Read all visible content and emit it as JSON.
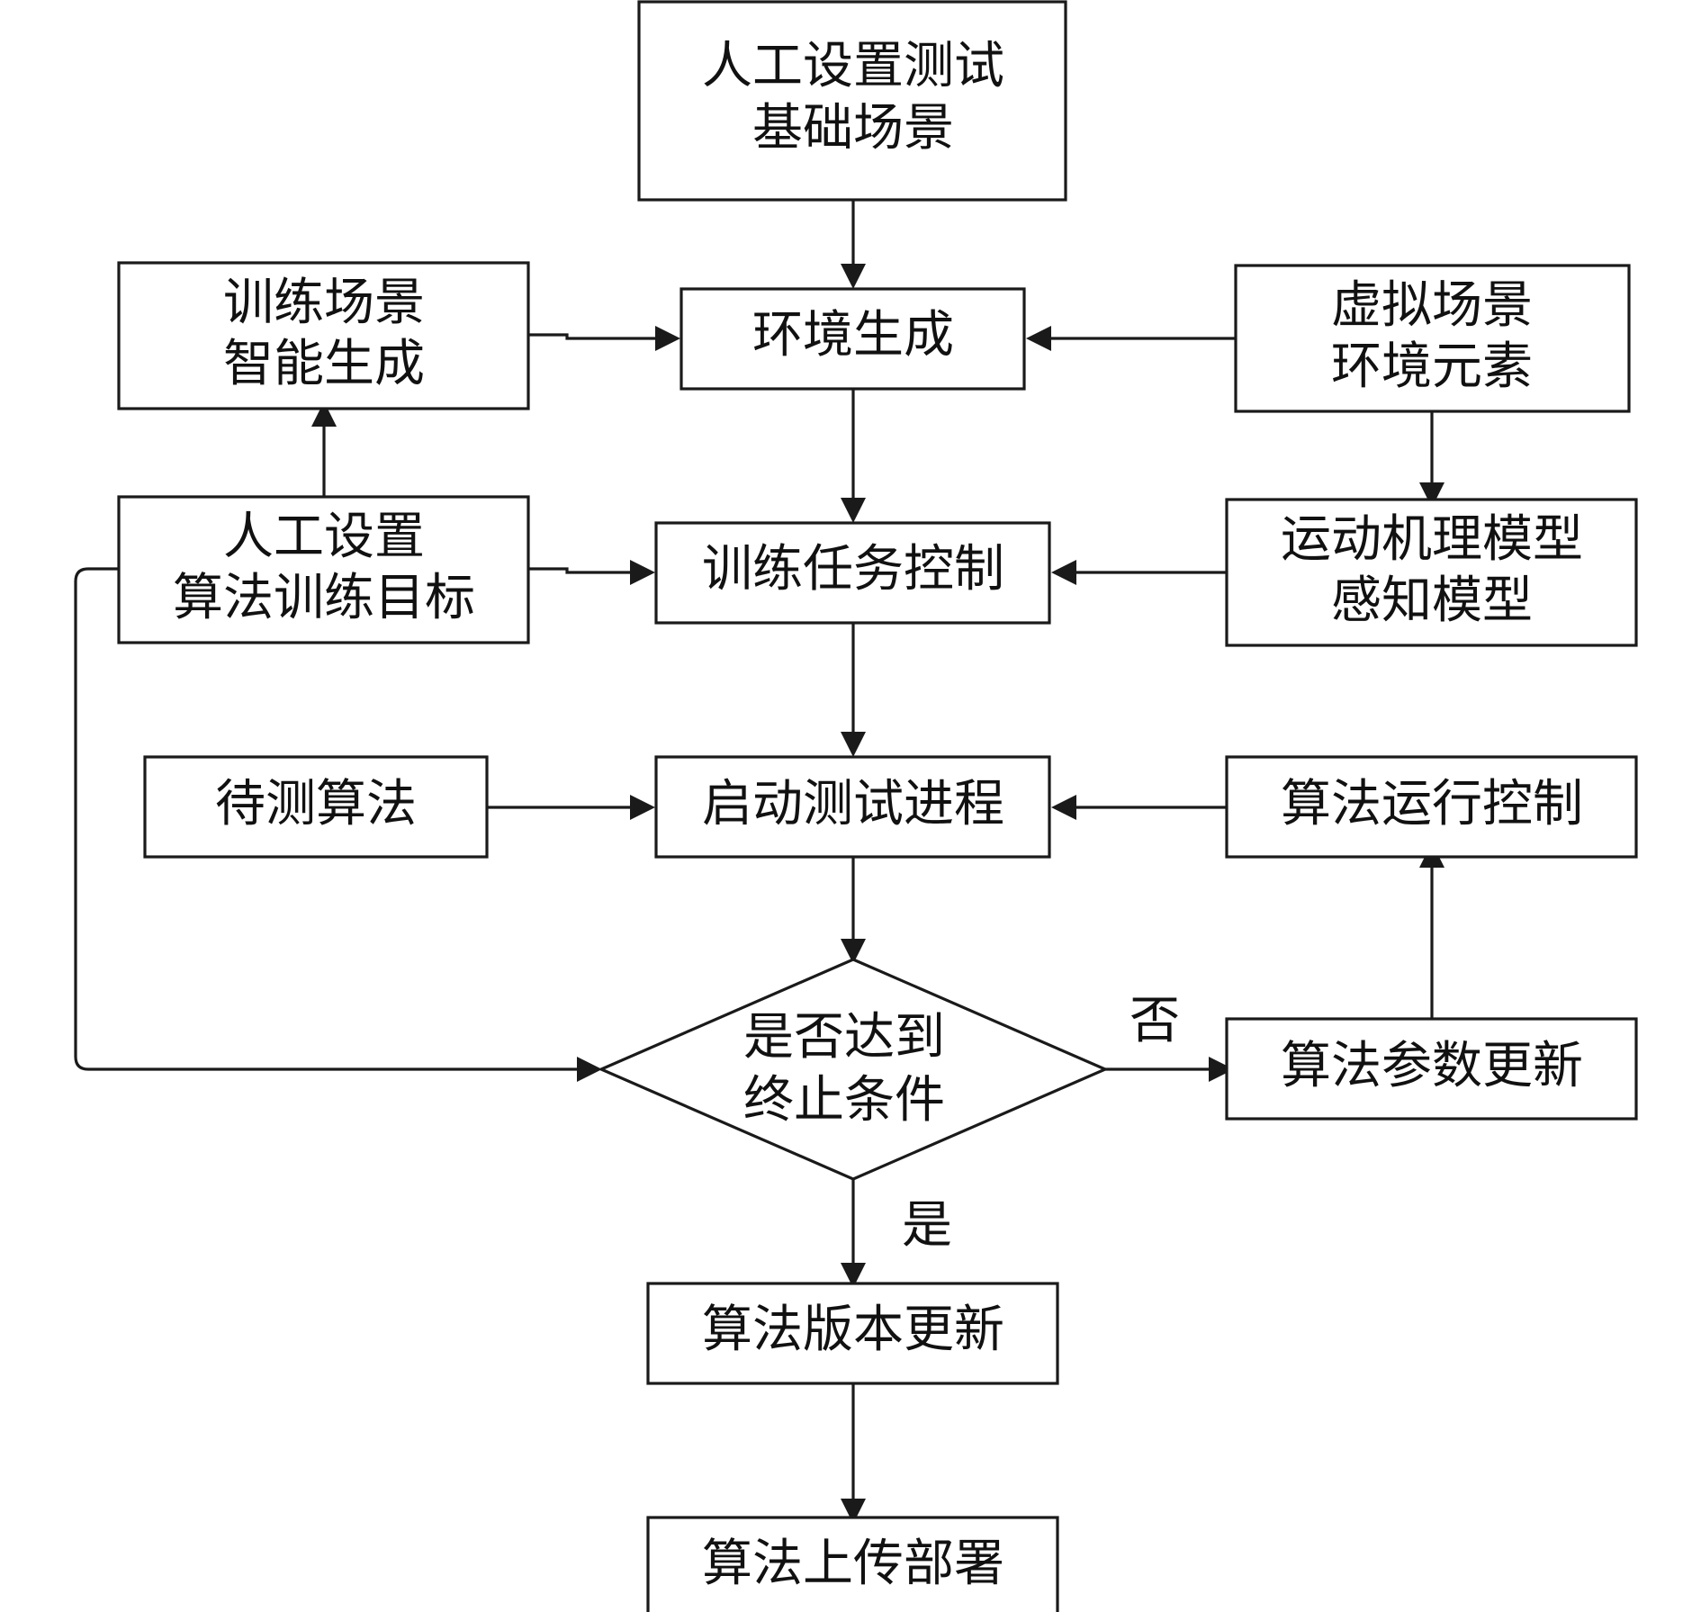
{
  "nodes": {
    "manual_base_scene": {
      "lines": [
        "人工设置测试",
        "基础场景"
      ]
    },
    "env_generation": {
      "lines": [
        "环境生成"
      ]
    },
    "train_scene_gen": {
      "lines": [
        "训练场景",
        "智能生成"
      ]
    },
    "virtual_env": {
      "lines": [
        "虚拟场景",
        "环境元素"
      ]
    },
    "manual_target": {
      "lines": [
        "人工设置",
        "算法训练目标"
      ]
    },
    "train_task": {
      "lines": [
        "训练任务控制"
      ]
    },
    "motion_model": {
      "lines": [
        "运动机理模型",
        "感知模型"
      ]
    },
    "algo_under_test": {
      "lines": [
        "待测算法"
      ]
    },
    "start_test": {
      "lines": [
        "启动测试进程"
      ]
    },
    "algo_run_ctrl": {
      "lines": [
        "算法运行控制"
      ]
    },
    "decision": {
      "lines": [
        "是否达到",
        "终止条件"
      ]
    },
    "param_update": {
      "lines": [
        "算法参数更新"
      ]
    },
    "version_update": {
      "lines": [
        "算法版本更新"
      ]
    },
    "upload_deploy": {
      "lines": [
        "算法上传部署"
      ]
    }
  },
  "edge_labels": {
    "no": "否",
    "yes": "是"
  }
}
